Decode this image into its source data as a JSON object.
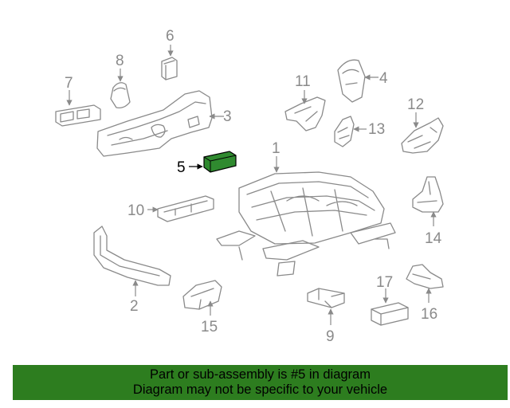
{
  "diagram": {
    "callouts": [
      "1",
      "2",
      "3",
      "4",
      "5",
      "6",
      "7",
      "8",
      "9",
      "10",
      "11",
      "12",
      "13",
      "14",
      "15",
      "16",
      "17"
    ],
    "highlighted": "5",
    "colors": {
      "part_stroke": "#8a8a8a",
      "highlight_fill": "#2f8a2f",
      "banner_bg": "#2d7d1f"
    }
  },
  "banner": {
    "line1": "Part or sub-assembly is #5 in diagram",
    "line2": "Diagram may not be specific to your vehicle"
  }
}
